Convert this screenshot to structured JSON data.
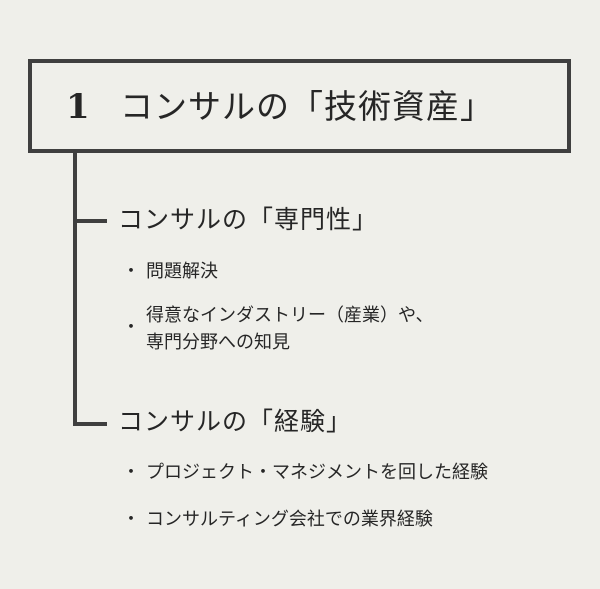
{
  "title": {
    "number": "1",
    "text": "コンサルの「技術資産」"
  },
  "sections": [
    {
      "heading": "コンサルの「専門性」",
      "items": [
        {
          "bullet": "・",
          "text": "問題解決"
        },
        {
          "bullet": "・",
          "text_line1": "得意なインダストリー（産業）や、",
          "text_line2": "専門分野への知見"
        }
      ]
    },
    {
      "heading": "コンサルの「経験」",
      "items": [
        {
          "bullet": "・",
          "text": "プロジェクト・マネジメントを回した経験"
        },
        {
          "bullet": "・",
          "text": "コンサルティング会社での業界経験"
        }
      ]
    }
  ],
  "colors": {
    "background": "#efefea",
    "line": "#3f3f3f",
    "text": "#262626"
  }
}
